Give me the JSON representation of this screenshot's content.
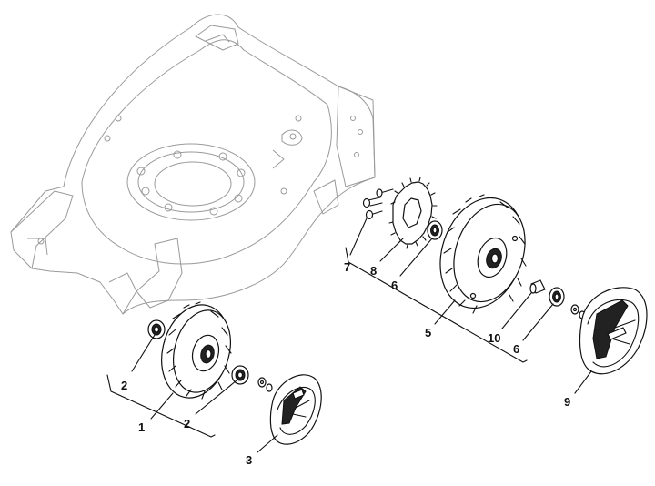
{
  "callouts": [
    {
      "id": "c1",
      "label": "1"
    },
    {
      "id": "c2a",
      "label": "2"
    },
    {
      "id": "c2b",
      "label": "2"
    },
    {
      "id": "c3",
      "label": "3"
    },
    {
      "id": "c5",
      "label": "5"
    },
    {
      "id": "c6a",
      "label": "6"
    },
    {
      "id": "c6b",
      "label": "6"
    },
    {
      "id": "c7",
      "label": "7"
    },
    {
      "id": "c8",
      "label": "8"
    },
    {
      "id": "c9",
      "label": "9"
    },
    {
      "id": "c10",
      "label": "10"
    }
  ]
}
